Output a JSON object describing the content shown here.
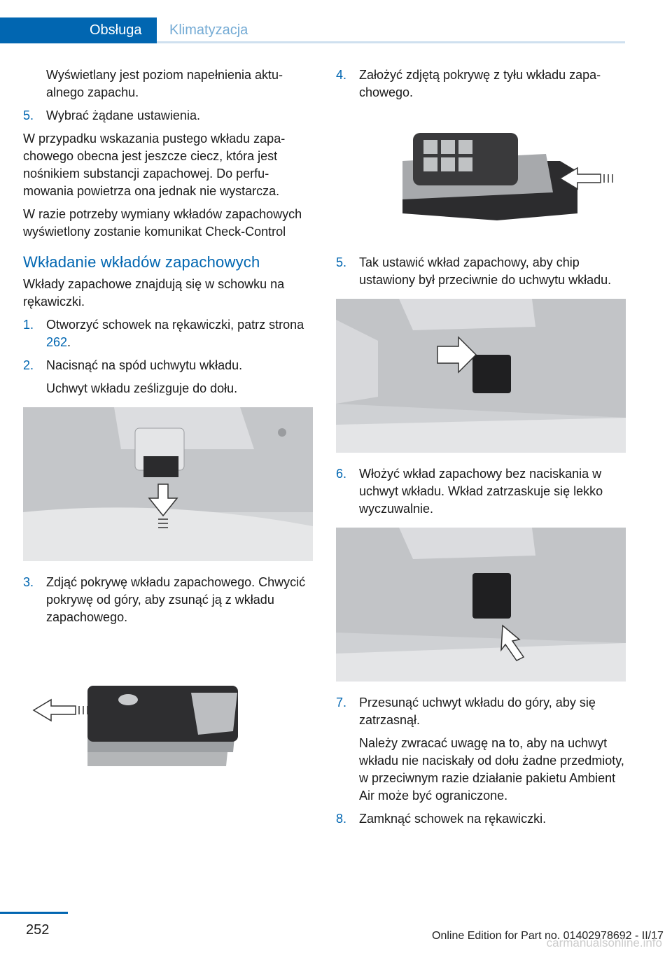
{
  "header": {
    "tab_active": "Obsługa",
    "tab_inactive": "Klimatyzacja"
  },
  "left": {
    "cont_line": "Wyświetlany jest poziom napełnienia aktu­alnego zapachu.",
    "step5_num": "5.",
    "step5": "Wybrać żądane ustawienia.",
    "para1": "W przypadku wskazania pustego wkładu zapa­chowego obecna jest jeszcze ciecz, która jest nośnikiem substancji zapachowej. Do perfu­mowania powietrza ona jednak nie wystarcza.",
    "para2": "W razie potrzeby wymiany wkładów zapacho­wych wyświetlony zostanie komunikat Check-Control",
    "heading": "Wkładanie wkładów zapachowych",
    "intro": "Wkłady zapachowe znajdują się w schowku na rękawiczki.",
    "step1_num": "1.",
    "step1_text": "Otworzyć schowek na rękawiczki, patrz strona",
    "step1_link": "262",
    "step1_end": ".",
    "step2_num": "2.",
    "step2": "Nacisnąć na spód uchwytu wkładu.",
    "step2_result": "Uchwyt wkładu ześlizguje do dołu.",
    "step3_num": "3.",
    "step3": "Zdjąć pokrywę wkładu zapachowego. Chwycić pokrywę od góry, aby zsunąć ją z wkładu zapachowego."
  },
  "right": {
    "step4_num": "4.",
    "step4": "Założyć zdjętą pokrywę z tyłu wkładu zapa­chowego.",
    "step5_num": "5.",
    "step5": "Tak ustawić wkład zapachowy, aby chip ustawiony był przeciwnie do uchwytu wkładu.",
    "step6_num": "6.",
    "step6": "Włożyć wkład zapachowy bez naciskania w uchwyt wkładu. Wkład zatrzaskuje się lekko wyczuwalnie.",
    "step7_num": "7.",
    "step7": "Przesunąć uchwyt wkładu do góry, aby się zatrzasnął.",
    "step7_note": "Należy zwracać uwagę na to, aby na uch­wyt wkładu nie naciskały od dołu żadne przedmioty, w przeciwnym razie działanie pakietu Ambient Air może być ograni­czone.",
    "step8_num": "8.",
    "step8": "Zamknąć schowek na rękawiczki."
  },
  "footer": {
    "page_number": "252",
    "edition": "Online Edition for Part no. 01402978692 - II/17",
    "watermark": "carmanualsonline.info"
  },
  "colors": {
    "accent": "#0166b1",
    "text": "#1a1a1a"
  }
}
